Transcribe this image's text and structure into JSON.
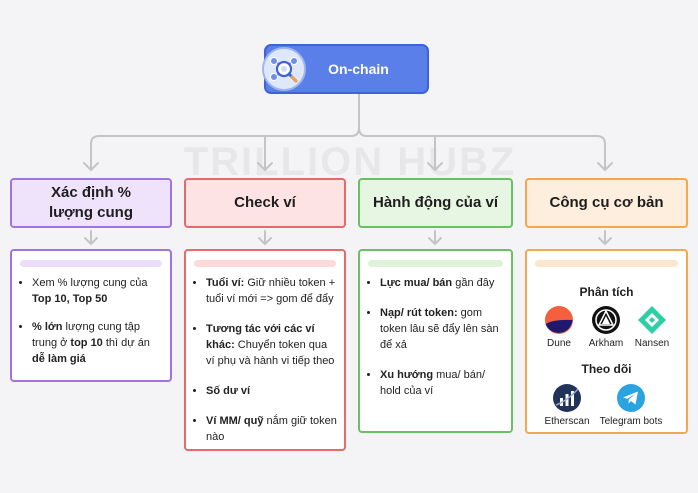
{
  "watermark": "TRILLION HUBZ",
  "root": {
    "title": "On-chain",
    "icon": "magnifier-network-icon"
  },
  "branches": [
    {
      "title_line1": "Xác định %",
      "title_line2": "lượng cung",
      "items": [
        {
          "parts": [
            {
              "t": "Xem % lượng cung của ",
              "b": false
            },
            {
              "t": "Top 10, Top 50",
              "b": true
            }
          ]
        },
        {
          "parts": [
            {
              "t": "% lớn",
              "b": true
            },
            {
              "t": " lượng cung tập trung ở ",
              "b": false
            },
            {
              "t": "top 10",
              "b": true
            },
            {
              "t": " thì dự án ",
              "b": false
            },
            {
              "t": "dễ làm giá",
              "b": true
            }
          ]
        }
      ]
    },
    {
      "title_line1": "Check ví",
      "items": [
        {
          "parts": [
            {
              "t": "Tuổi ví:",
              "b": true
            },
            {
              "t": " Giữ nhiều token + tuổi ví mới => gom để đẩy",
              "b": false
            }
          ]
        },
        {
          "parts": [
            {
              "t": "Tương tác với các ví khác:",
              "b": true
            },
            {
              "t": " Chuyển token qua ví phụ và hành vi tiếp theo",
              "b": false
            }
          ]
        },
        {
          "parts": [
            {
              "t": "Số dư ví",
              "b": true
            }
          ]
        },
        {
          "parts": [
            {
              "t": "Ví MM/ quỹ",
              "b": true
            },
            {
              "t": " nắm giữ token nào",
              "b": false
            }
          ]
        }
      ]
    },
    {
      "title_line1": "Hành động của ví",
      "items": [
        {
          "parts": [
            {
              "t": "Lực mua/ bán",
              "b": true
            },
            {
              "t": " gần đây",
              "b": false
            }
          ]
        },
        {
          "parts": [
            {
              "t": "Nạp/ rút token:",
              "b": true
            },
            {
              "t": " gom token lâu sẽ đẩy lên sàn để xả",
              "b": false
            }
          ]
        },
        {
          "parts": [
            {
              "t": "Xu hướng",
              "b": true
            },
            {
              "t": " mua/ bán/ hold của ví",
              "b": false
            }
          ]
        }
      ]
    },
    {
      "title_line1": "Công cụ cơ bản",
      "sections": [
        {
          "title": "Phân tích",
          "tools": [
            {
              "name": "Dune",
              "icon": "dune-logo-icon"
            },
            {
              "name": "Arkham",
              "icon": "arkham-logo-icon"
            },
            {
              "name": "Nansen",
              "icon": "nansen-logo-icon"
            }
          ]
        },
        {
          "title": "Theo dõi",
          "tools": [
            {
              "name": "Etherscan",
              "icon": "etherscan-logo-icon"
            },
            {
              "name": "Telegram bots",
              "icon": "telegram-logo-icon"
            }
          ]
        }
      ]
    }
  ],
  "colors": {
    "root": "#5b7fe8",
    "purple": "#a173df",
    "red": "#e66a6a",
    "green": "#69c163",
    "orange": "#f2a84f",
    "connector": "#c4c4c4"
  }
}
